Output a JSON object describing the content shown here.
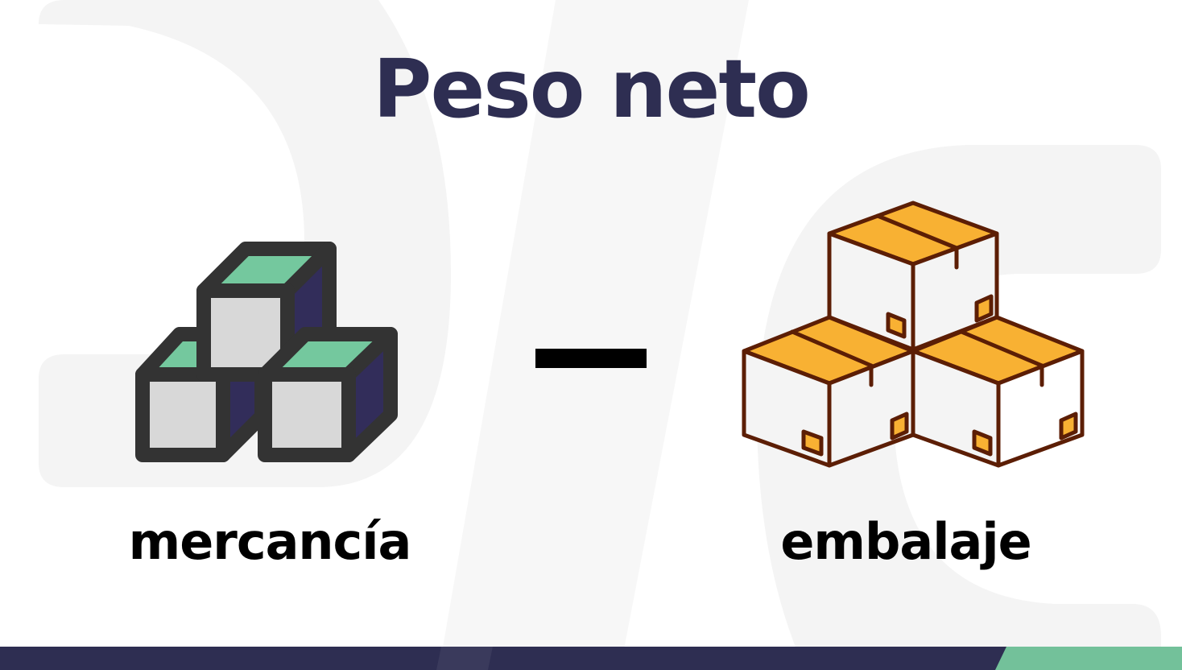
{
  "slide": {
    "title": "Peso neto",
    "operator": "minus",
    "left_term": {
      "label": "mercancía",
      "icon": "stacked-cubes-icon"
    },
    "right_term": {
      "label": "embalaje",
      "icon": "stacked-boxes-icon"
    }
  },
  "colors": {
    "title": "#2e2e52",
    "label": "#000000",
    "footer_primary": "#2e2e52",
    "footer_accent": "#73c19a",
    "cube_top": "#74c89e",
    "cube_side": "#322d5a",
    "cube_front": "#d8d8d8",
    "cube_outline": "#333333",
    "box_top": "#f8b133",
    "box_outline": "#5c1e05",
    "bg_decoration": "#f4f4f4"
  }
}
